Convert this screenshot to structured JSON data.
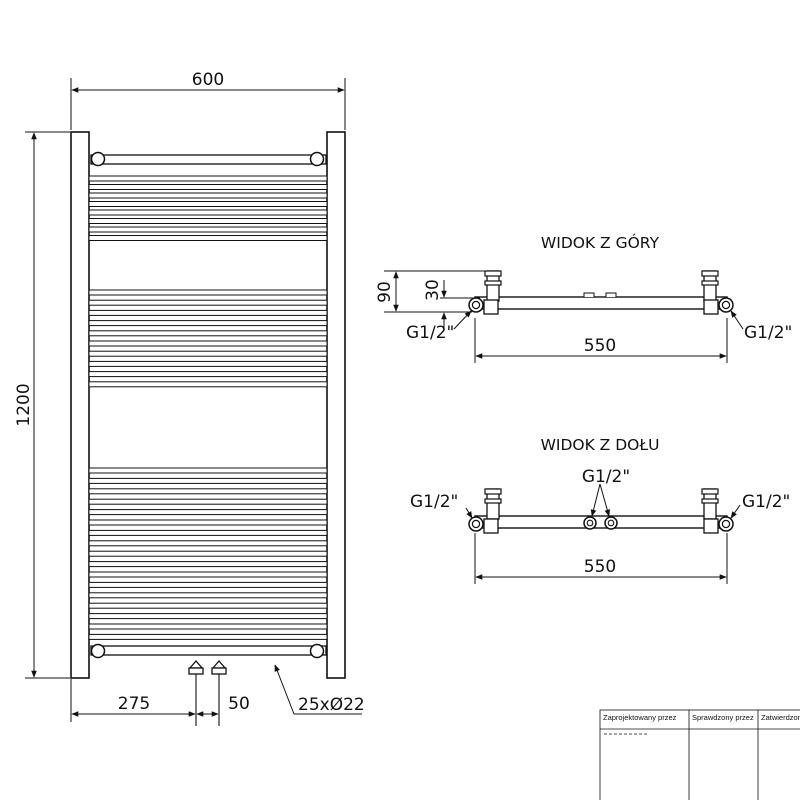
{
  "front_view": {
    "width_label": "600",
    "height_label": "1200",
    "offset_label": "275",
    "spacing_label": "50",
    "tubes_label": "25xØ22"
  },
  "top_view": {
    "title": "WIDOK Z GÓRY",
    "depth_label": "90",
    "offset_label": "30",
    "connection_left": "G1/2\"",
    "connection_right": "G1/2\"",
    "width_label": "550"
  },
  "bottom_view": {
    "title": "WIDOK Z DOŁU",
    "connection_left": "G1/2\"",
    "connection_center": "G1/2\"",
    "connection_right": "G1/2\"",
    "width_label": "550"
  },
  "title_block": {
    "designed_by": "Zaprojektowany przez",
    "checked_by": "Sprawdzony przez",
    "approved_by": "Zatwierdzon"
  }
}
